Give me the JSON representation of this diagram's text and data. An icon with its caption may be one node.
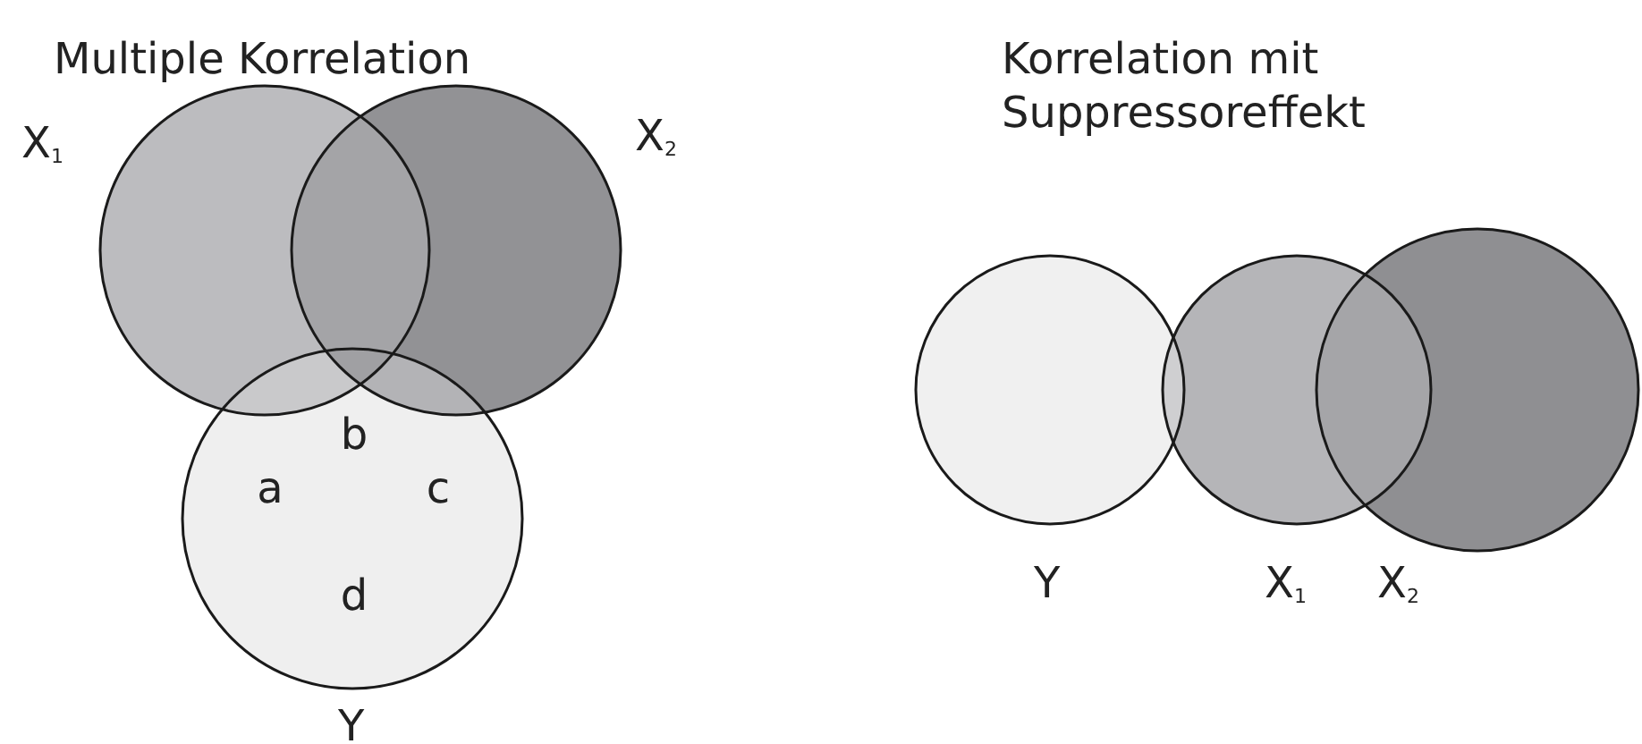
{
  "diagram": {
    "nodes": [
      {
        "text": [
          "X$_{1}$"
        ]
      },
      {
        "text": [
          "X$_{2}$"
        ]
      },
      {
        "text": [
          "Y"
        ]
      },
      {
        "text": [
          "Y"
        ]
      },
      {
        "text": [
          "X$_{1}$"
        ]
      },
      {
        "text": [
          "X$_{2}$"
        ]
      }
    ],
    "edges": [],
    "labels": [
      "Multiple Korrelation",
      "Korrelation mit Suppressoreffekt",
      "b",
      "a",
      "c",
      "d"
    ]
  }
}
